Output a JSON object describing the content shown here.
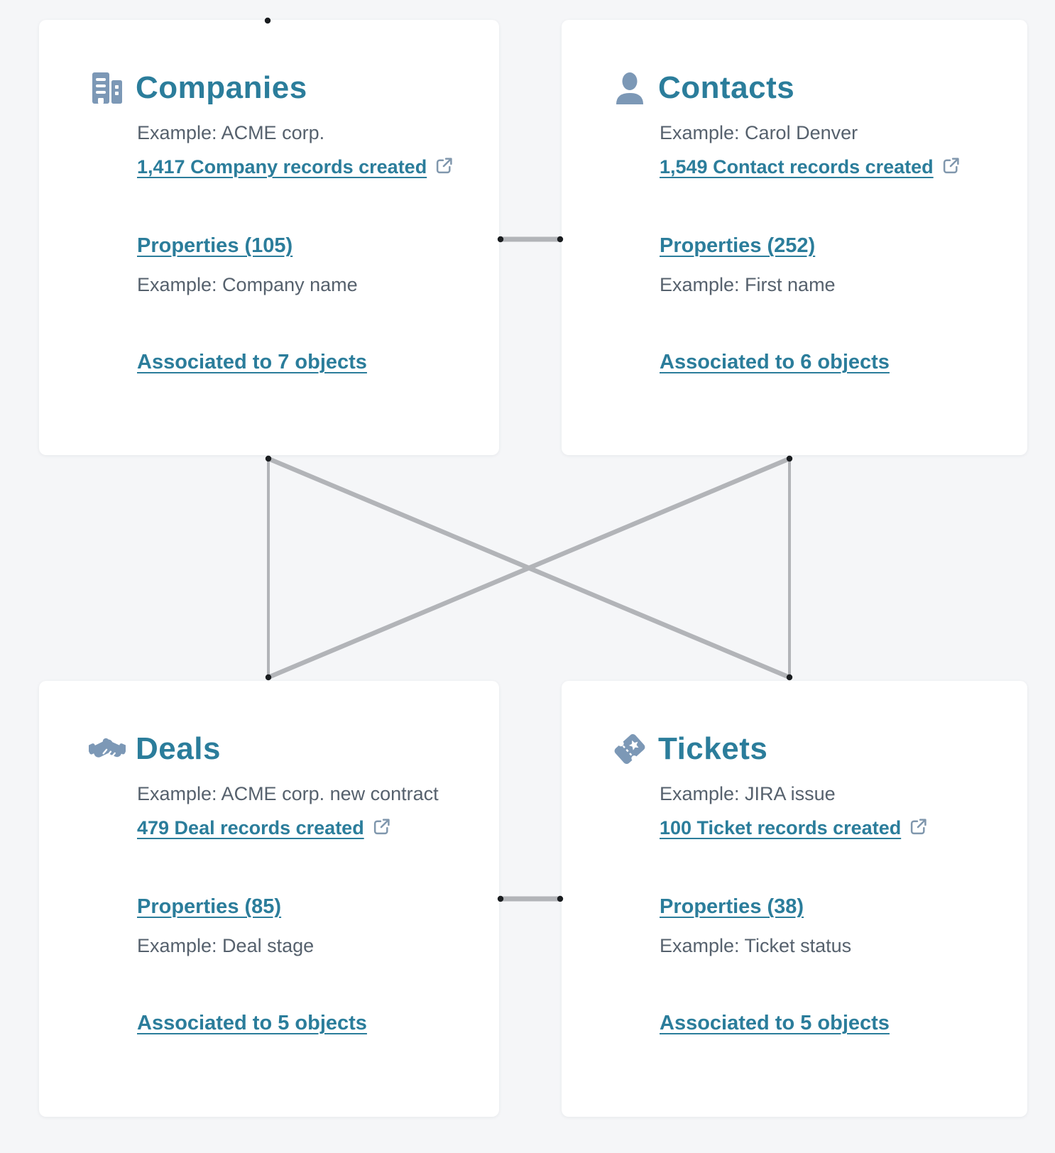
{
  "page": {
    "background_color": "#f5f6f8",
    "description": "CRM data model diagram with four object cards connected by association lines"
  },
  "colors": {
    "accent_teal": "#2b7d9b",
    "icon_slate": "#7c98b6",
    "body_text_gray": "#56616d",
    "connector_gray": "#b2b4b8",
    "connector_dot_black": "#1a1d20",
    "card_background": "#ffffff"
  },
  "cards": [
    {
      "id": "companies",
      "title": "Companies",
      "icon": "buildings-icon",
      "example": "Example: ACME corp.",
      "records_link": "1,417 Company records created",
      "records_external_icon": "external-link-icon",
      "properties_link": "Properties (105)",
      "property_example": "Example: Company name",
      "associations_link": "Associated to 7 objects"
    },
    {
      "id": "contacts",
      "title": "Contacts",
      "icon": "person-icon",
      "example": "Example: Carol Denver",
      "records_link": "1,549 Contact records created",
      "records_external_icon": "external-link-icon",
      "properties_link": "Properties (252)",
      "property_example": "Example: First name",
      "associations_link": "Associated to 6 objects"
    },
    {
      "id": "deals",
      "title": "Deals",
      "icon": "handshake-icon",
      "example": "Example: ACME corp. new contract",
      "records_link": "479 Deal records created",
      "records_external_icon": "external-link-icon",
      "properties_link": "Properties (85)",
      "property_example": "Example: Deal stage",
      "associations_link": "Associated to 5 objects"
    },
    {
      "id": "tickets",
      "title": "Tickets",
      "icon": "ticket-icon",
      "example": "Example: JIRA issue",
      "records_link": "100 Ticket records created",
      "records_external_icon": "external-link-icon",
      "properties_link": "Properties (38)",
      "property_example": "Example: Ticket status",
      "associations_link": "Associated to 5 objects"
    }
  ]
}
